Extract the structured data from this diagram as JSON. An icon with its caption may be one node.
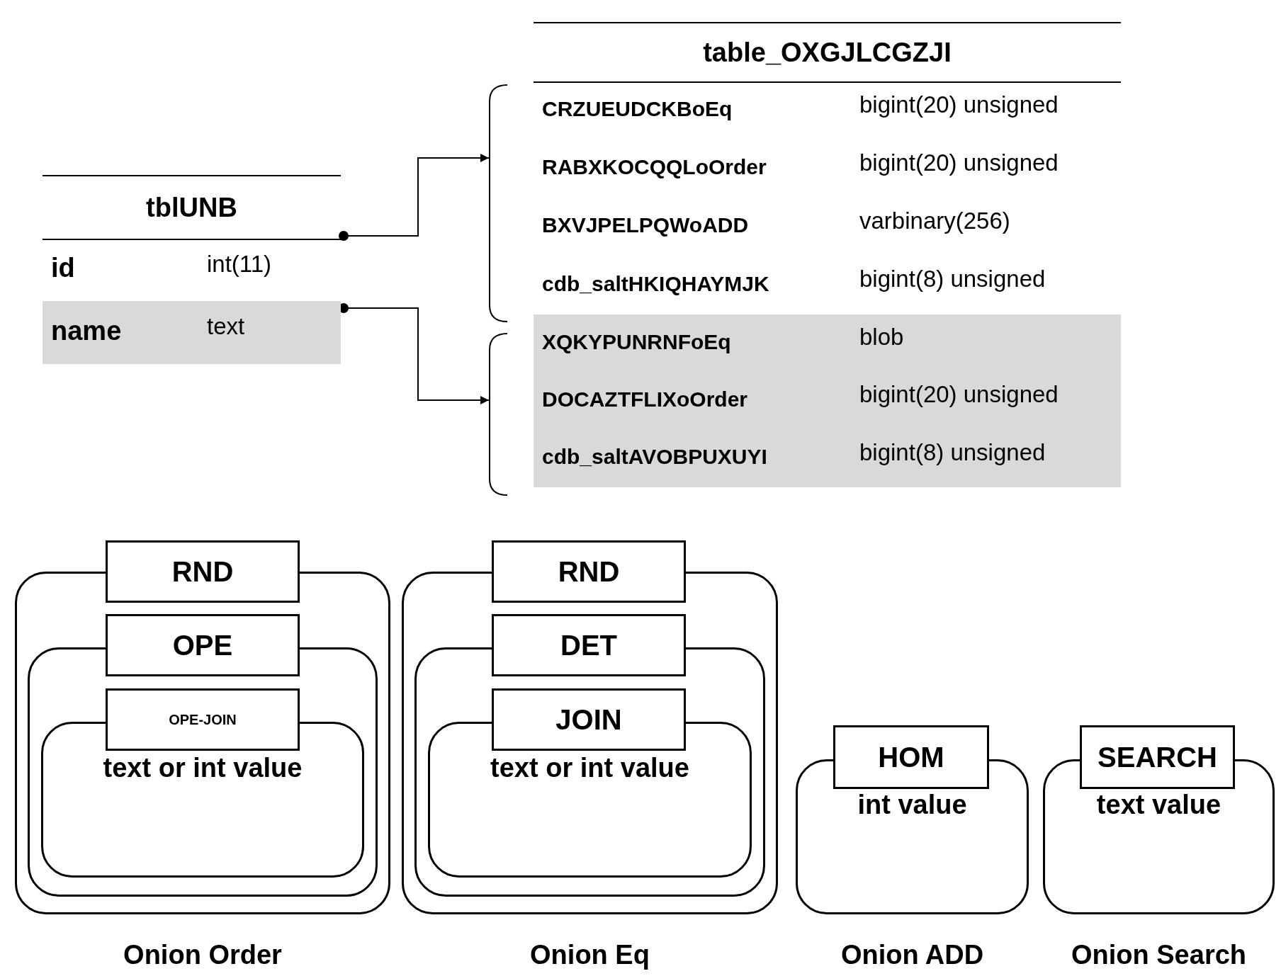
{
  "diagram": {
    "nodes": [
      {
        "text": [
          "tblUNB"
        ]
      },
      {
        "text": [
          "id",
          "int(11)"
        ],
        "in": 0
      },
      {
        "text": [
          "name",
          "text"
        ],
        "in": 0
      },
      {
        "text": [
          "table_OXGJLCGZJI"
        ]
      },
      {
        "text": [],
        "shape": "brace"
      },
      {
        "text": [
          "CRZUEUDCKBoEq",
          "bigint(20) unsigned"
        ],
        "in": 3
      },
      {
        "text": [
          "RABXKOCQQLoOrder",
          "bigint(20) unsigned"
        ],
        "in": 3
      },
      {
        "text": [
          "BXVJPELPQWoADD",
          "varbinary(256)"
        ],
        "in": 3
      },
      {
        "text": [
          "cdb_saltHKIQHAYMJK",
          "bigint(8) unsigned"
        ],
        "in": 3
      },
      {
        "text": [],
        "shape": "brace"
      },
      {
        "text": [
          "XQKYPUNRNFoEq",
          "blob"
        ],
        "in": 3
      },
      {
        "text": [
          "DOCAZTFLIXoOrder",
          "bigint(20) unsigned"
        ],
        "in": 3
      },
      {
        "text": [
          "cdb_saltAVOBPUXUYI",
          "bigint(8) unsigned"
        ],
        "in": 3
      },
      {
        "text": [
          "RND"
        ],
        "beside": [
          "Onion Order"
        ]
      },
      {
        "text": [
          "OPE"
        ],
        "in": 13
      },
      {
        "text": [
          "OPE-JOIN",
          "text or int value"
        ],
        "in": 14
      },
      {
        "text": [
          "RND"
        ],
        "beside": [
          "Onion Eq"
        ]
      },
      {
        "text": [
          "DET"
        ],
        "in": 16
      },
      {
        "text": [
          "JOIN",
          "text or int value"
        ],
        "in": 17
      },
      {
        "text": [
          "HOM",
          "int value"
        ],
        "beside": [
          "Onion ADD"
        ]
      },
      {
        "text": [
          "SEARCH",
          "text value"
        ],
        "beside": [
          "Onion Search"
        ]
      }
    ],
    "edges": [
      {
        "from": 1,
        "to": 4,
        "arrow": "to"
      },
      {
        "from": 2,
        "to": 9,
        "arrow": "to"
      }
    ]
  }
}
